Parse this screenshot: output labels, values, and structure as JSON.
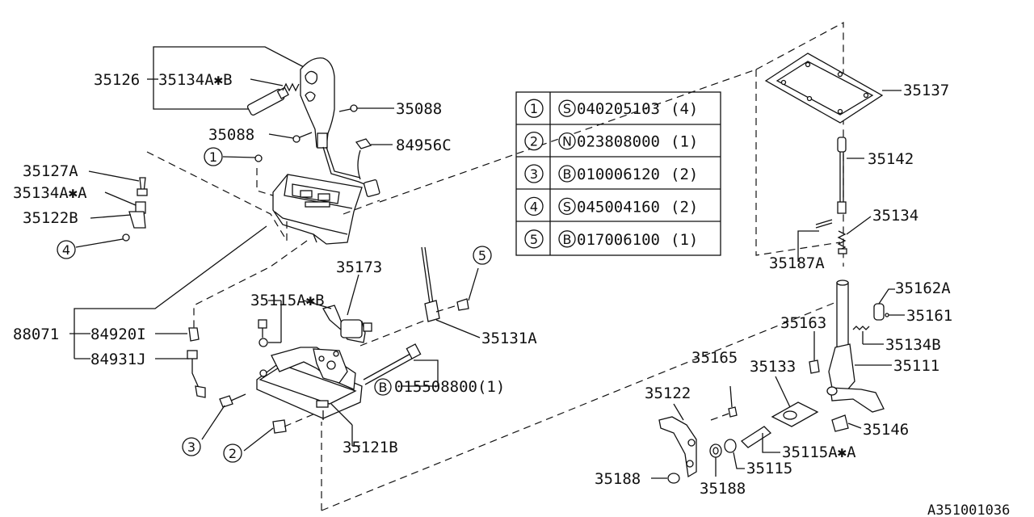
{
  "labels": {
    "p35126": "35126",
    "p35134AB": "35134A✱B",
    "p35088a": "35088",
    "p35088b": "35088",
    "p84956C": "84956C",
    "p35127A": "35127A",
    "p35134AA": "35134A✱A",
    "p35122B": "35122B",
    "p35173": "35173",
    "p35115AB": "35115A✱B",
    "p88071": "88071",
    "p84920I": "84920I",
    "p84931J": "84931J",
    "p35131A": "35131A",
    "pB015508800": "015508800(1)",
    "p35121B": "35121B",
    "p35137": "35137",
    "p35142": "35142",
    "p35134": "35134",
    "p35187A": "35187A",
    "p35162A": "35162A",
    "p35161": "35161",
    "p35163": "35163",
    "p35134B": "35134B",
    "p35111": "35111",
    "p35165": "35165",
    "p35133": "35133",
    "p35122": "35122",
    "p35146": "35146",
    "p35115AA": "35115A✱A",
    "p35115": "35115",
    "p35188a": "35188",
    "p35188b": "35188",
    "diagram_id": "A351001036"
  },
  "callouts": {
    "c1": "1",
    "c2": "2",
    "c3": "3",
    "c4": "4",
    "c5": "5",
    "cB": "B"
  },
  "table": {
    "rows": [
      {
        "num": "1",
        "prefix": "S",
        "part": "040205103",
        "qty": "(4)"
      },
      {
        "num": "2",
        "prefix": "N",
        "part": "023808000",
        "qty": "(1)"
      },
      {
        "num": "3",
        "prefix": "B",
        "part": "010006120",
        "qty": "(2)"
      },
      {
        "num": "4",
        "prefix": "S",
        "part": "045004160",
        "qty": "(2)"
      },
      {
        "num": "5",
        "prefix": "B",
        "part": "017006100",
        "qty": "(1)"
      }
    ]
  }
}
